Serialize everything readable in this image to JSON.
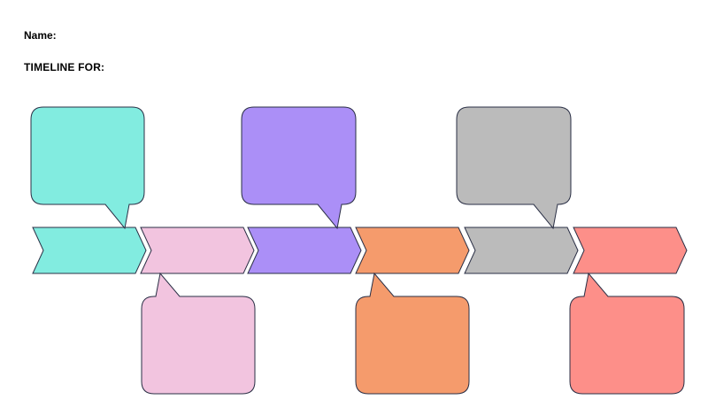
{
  "header": {
    "name_label": "Name:",
    "timeline_label": "TIMELINE FOR:"
  },
  "timeline": {
    "steps": [
      {
        "id": "step-1",
        "color": "#82ece0",
        "callout": "above"
      },
      {
        "id": "step-2",
        "color": "#f2c4df",
        "callout": "below"
      },
      {
        "id": "step-3",
        "color": "#ab8ff7",
        "callout": "above"
      },
      {
        "id": "step-4",
        "color": "#f59b6c",
        "callout": "below"
      },
      {
        "id": "step-5",
        "color": "#bbbbbb",
        "callout": "above"
      },
      {
        "id": "step-6",
        "color": "#fd8f89",
        "callout": "below"
      }
    ]
  }
}
